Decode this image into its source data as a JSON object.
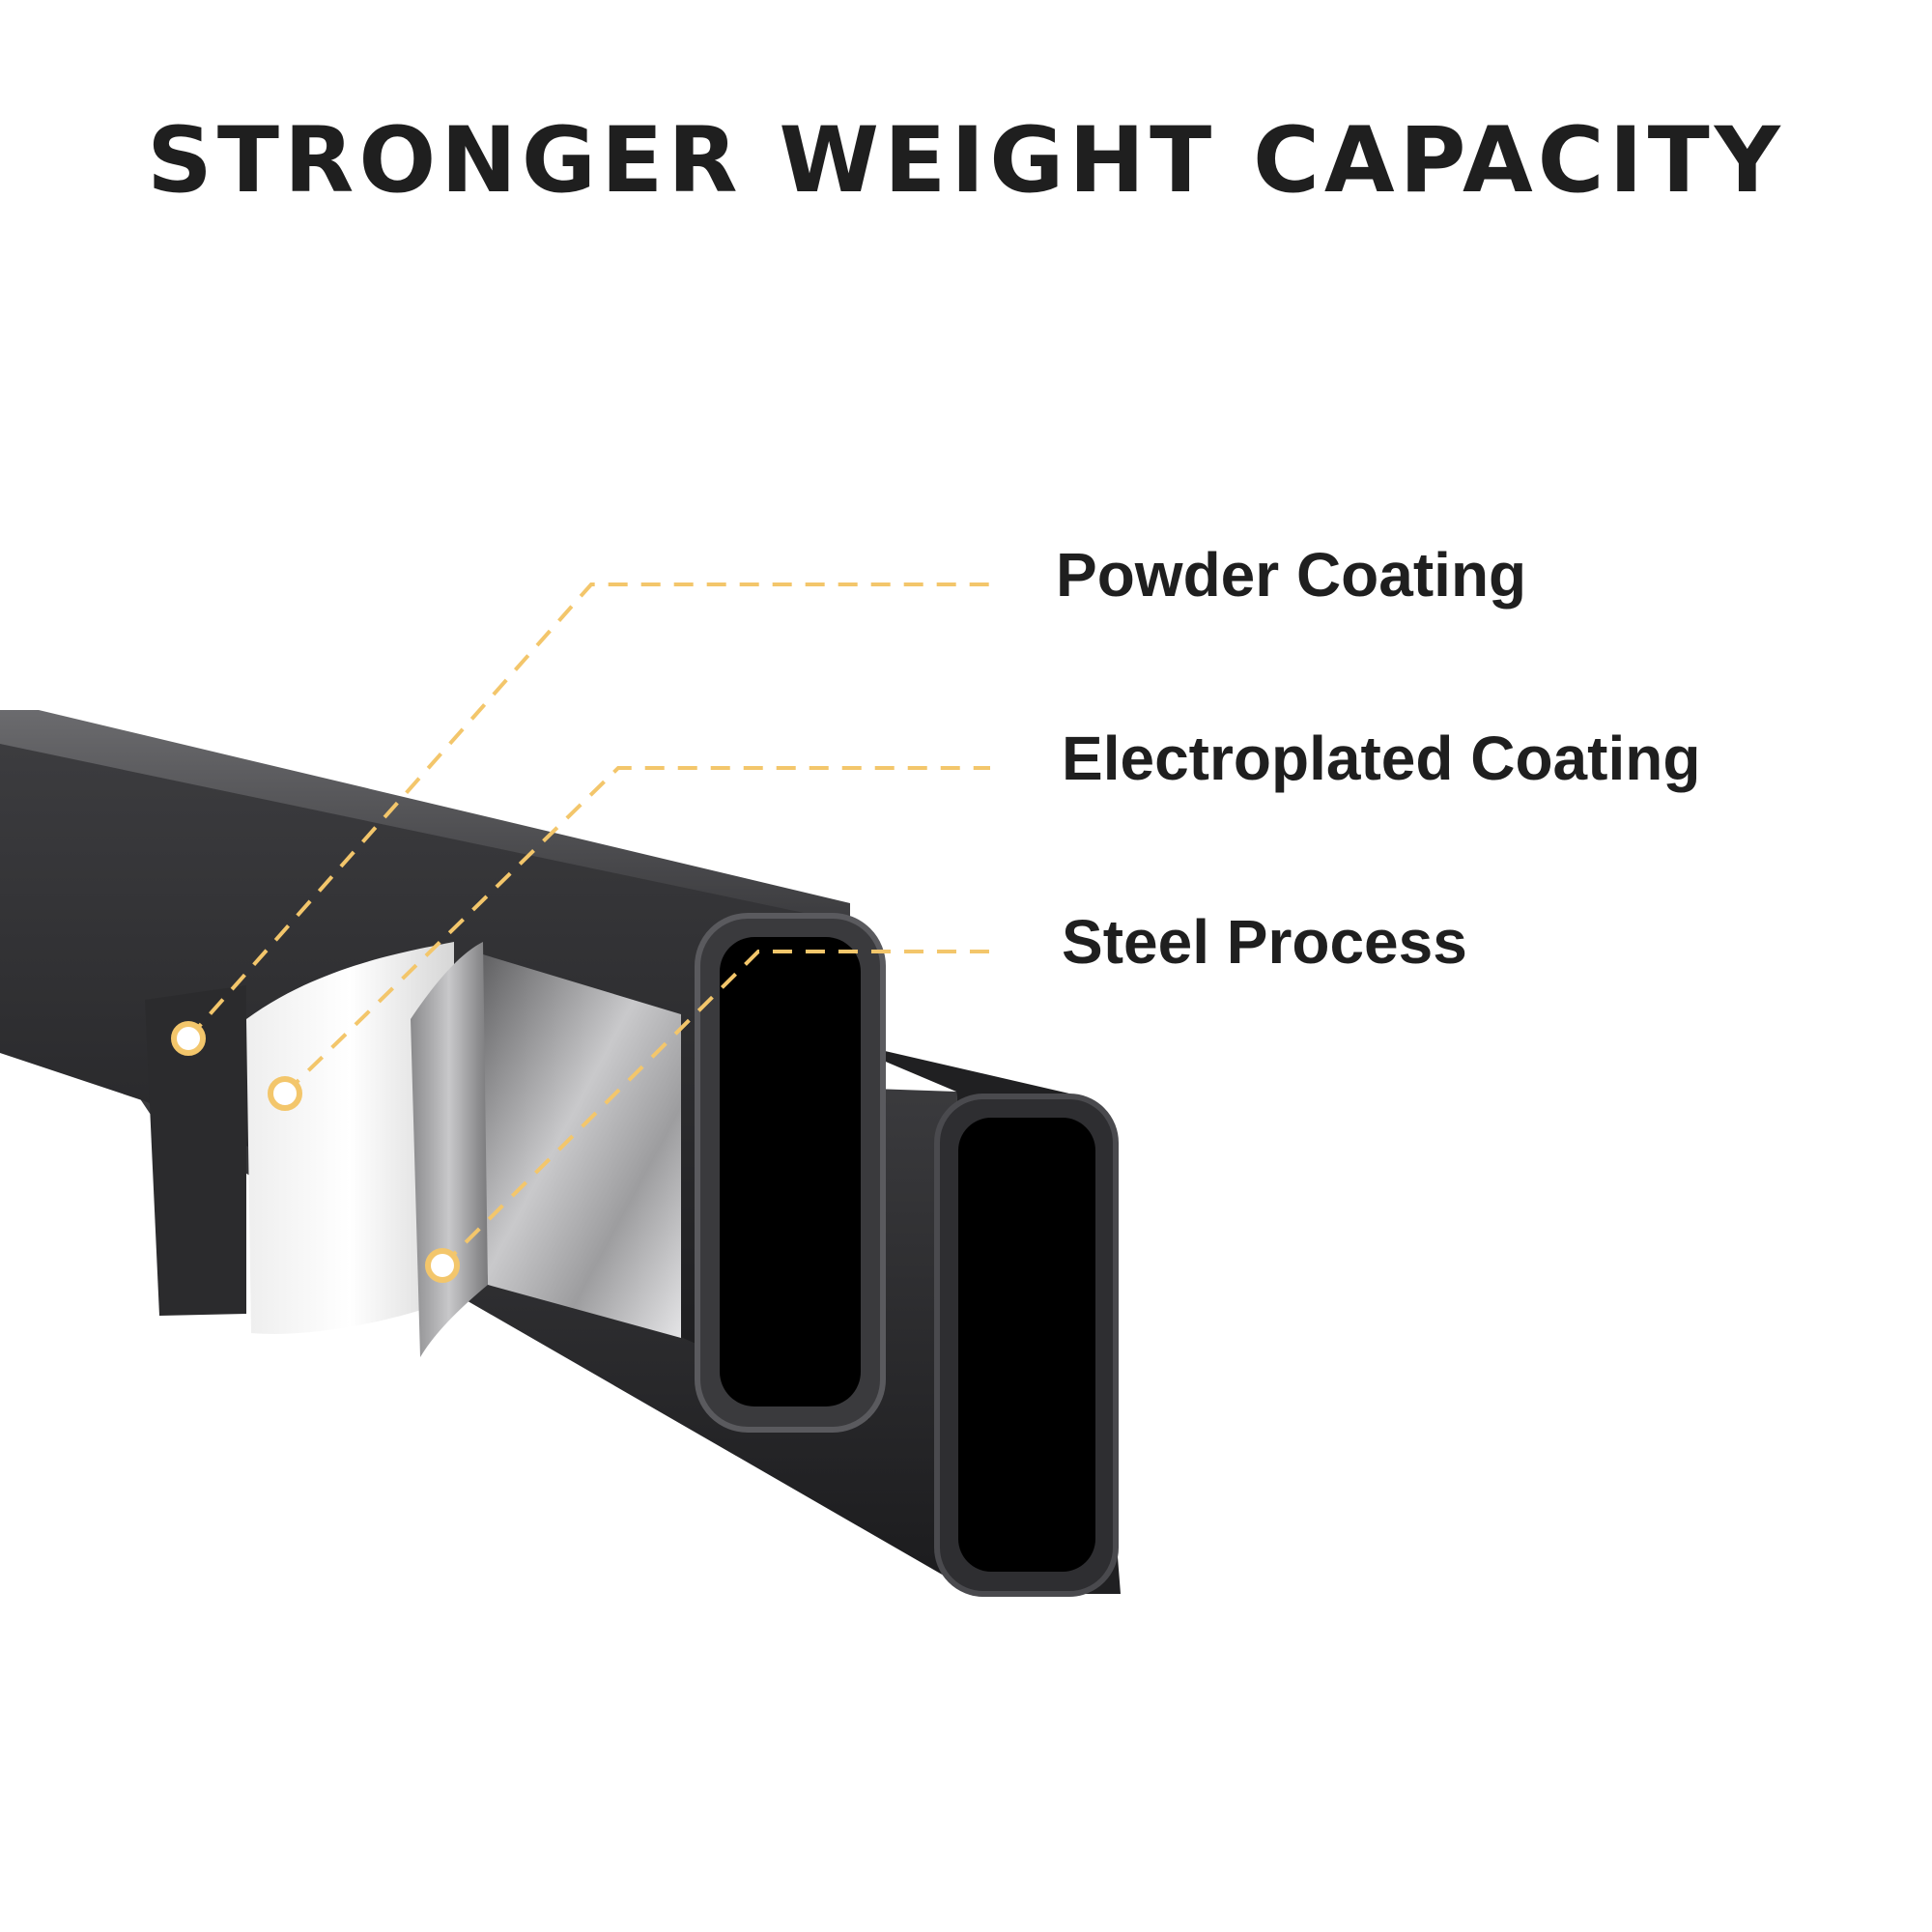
{
  "title": "STRONGER WEIGHT CAPACITY",
  "layers": [
    {
      "label": "Powder Coating"
    },
    {
      "label": "Electroplated Coating"
    },
    {
      "label": "Steel Process"
    }
  ],
  "colors": {
    "accent": "#f3c66b",
    "tube": "#2b2b2e",
    "text": "#1f1f1f"
  }
}
